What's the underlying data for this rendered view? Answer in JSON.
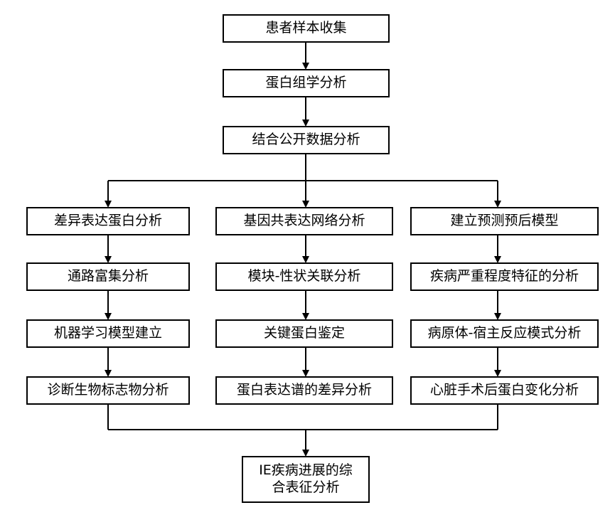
{
  "flow": {
    "top": [
      "患者样本收集",
      "蛋白组学分析",
      "结合公开数据分析"
    ],
    "branch_left": [
      "差异表达蛋白分析",
      "通路富集分析",
      "机器学习模型建立",
      "诊断生物标志物分析"
    ],
    "branch_middle": [
      "基因共表达网络分析",
      "模块-性状关联分析",
      "关键蛋白鉴定",
      "蛋白表达谱的差异分析"
    ],
    "branch_right": [
      "建立预测预后模型",
      "疾病严重程度特征的分析",
      "病原体-宿主反应模式分析",
      "心脏手术后蛋白变化分析"
    ],
    "final": [
      "IE疾病进展的综",
      "合表征分析"
    ]
  },
  "colors": {
    "line": "#000000",
    "box_border": "#000000",
    "background": "#ffffff"
  }
}
